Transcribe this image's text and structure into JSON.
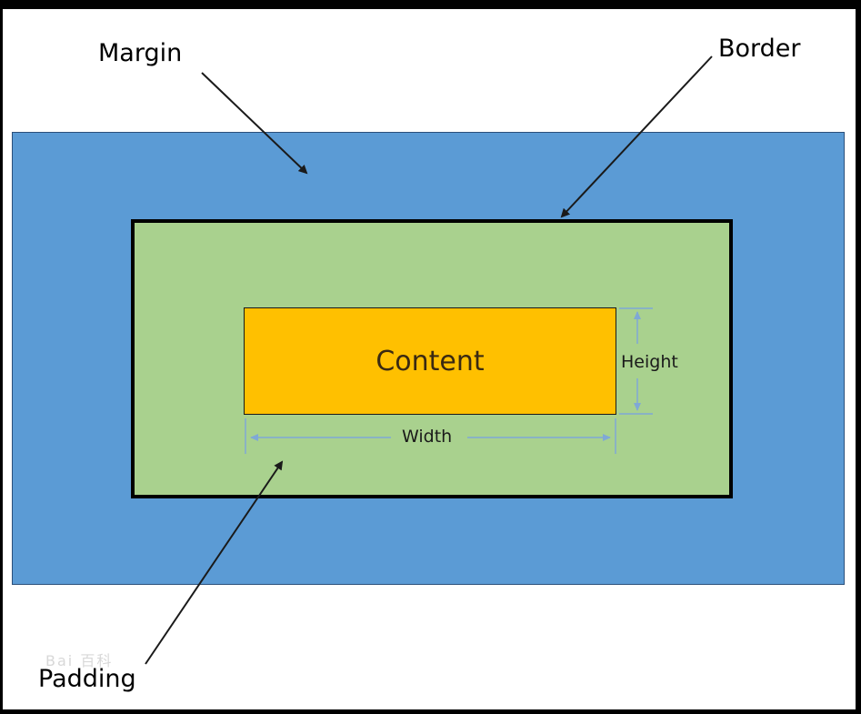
{
  "labels": {
    "margin": "Margin",
    "border": "Border",
    "padding": "Padding",
    "content": "Content",
    "height": "Height",
    "width": "Width"
  },
  "colors": {
    "frame": "#000000",
    "background": "#ffffff",
    "margin_fill": "#5b9bd5",
    "padding_fill": "#a9d18e",
    "content_fill": "#ffc000",
    "dimension_line": "#7fa8d6",
    "pointer_arrow": "#1a1a1a"
  },
  "icons": {
    "pointer": "arrow-icon",
    "dimension": "double-arrow-icon"
  }
}
